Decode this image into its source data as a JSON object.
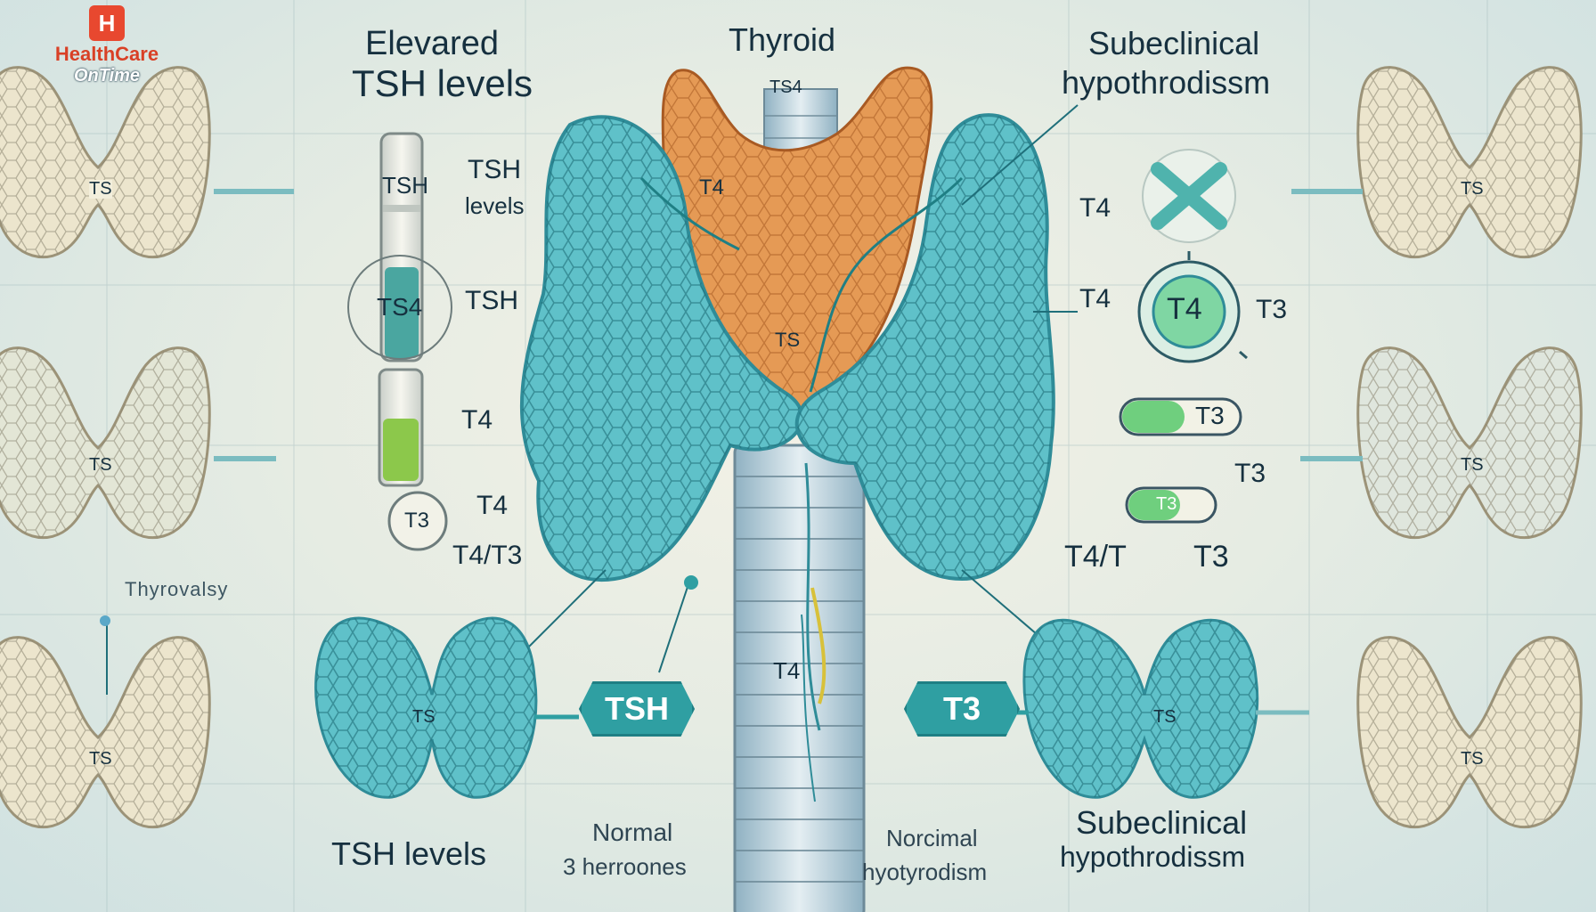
{
  "logo": {
    "mark": "H",
    "name": "HealthCare",
    "subname": "OnTime",
    "colors": {
      "mark": "#e8482f",
      "name": "#d94026"
    }
  },
  "labels": {
    "elevated_line1": "Elevared",
    "elevated_line2": "TSH levels",
    "thyroid": "Thyroid",
    "subclinical_top_line1": "Subeclinical",
    "subclinical_top_line2": "hypothrodissm",
    "tube_tsh": "TSH",
    "tube_ts4": "TS4",
    "tsh_levels_side_line1": "TSH",
    "tsh_levels_side_line2": "levels",
    "tsh_side": "TSH",
    "t4_side": "T4",
    "t4_small": "T4",
    "t4t3_left": "T4/T3",
    "t3_bubble": "T3",
    "thyrovalsy": "Thyrovalsy",
    "gland_ts": "TS",
    "gland_t4": "T4",
    "neck_ts4": "TS4",
    "neck_t4": "T4",
    "tag_tsh": "TSH",
    "tag_t3": "T3",
    "right_t4_top": "T4",
    "right_t4": "T4",
    "right_t3": "T3",
    "circle_t4": "T4",
    "pill_t3_a": "T3",
    "pill_t3_b": "T3",
    "pill_t3_inner": "T3",
    "right_t4t_line": "T4/T",
    "right_t3_bottom": "T3",
    "bottom_tsh_levels": "TSH levels",
    "normal_line1": "Normal",
    "normal_line2": "3 herroones",
    "norcimal_line1": "Norcimal",
    "norcimal_line2": "hyotyrodism",
    "subclinical_bottom_line1": "Subeclinical",
    "subclinical_bottom_line2": "hypothrodissm"
  },
  "colors": {
    "gland_teal": "#5fc1c9",
    "gland_teal_dark": "#2f8c98",
    "isthmus_orange": "#e59a55",
    "side_gland": "#ece5cd",
    "text": "#16303f",
    "tag_fill": "#2f9fa2"
  },
  "icons": {
    "logo": "hospital-h-icon",
    "x_mark": "x-mark-icon",
    "pill": "capsule-icon"
  }
}
